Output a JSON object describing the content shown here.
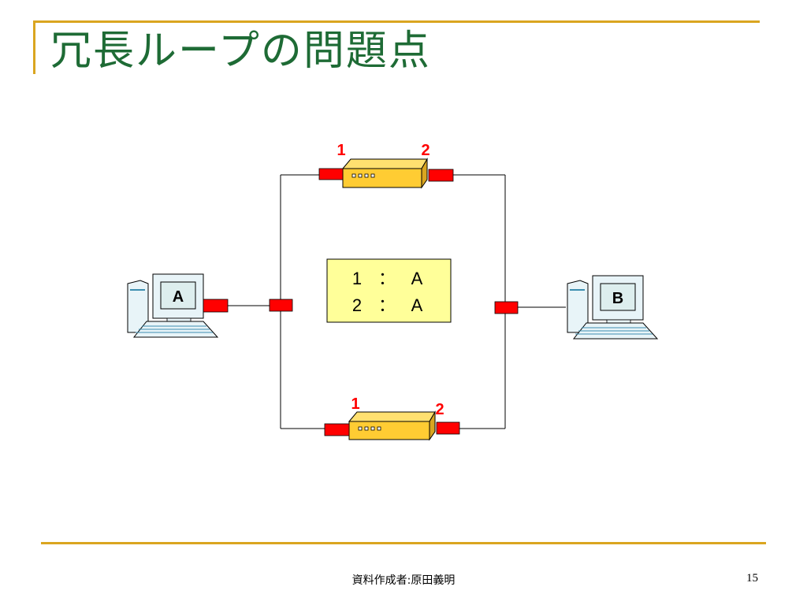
{
  "colors": {
    "accent": "#DAA520",
    "title": "#1E6B35",
    "port": "#FF0000",
    "device": "#FFCC33",
    "table_bg": "#FFFF99",
    "label_red": "#FF0000"
  },
  "slide": {
    "title": "冗長ループの問題点",
    "footer": "資料作成者:原田義明",
    "page_number": "15"
  },
  "diagram": {
    "hosts": [
      {
        "label": "A",
        "icon": "computer-icon"
      },
      {
        "label": "B",
        "icon": "computer-icon"
      }
    ],
    "switches": [
      {
        "icon": "switch-icon",
        "port_labels": [
          "1",
          "2"
        ]
      },
      {
        "icon": "switch-icon",
        "port_labels": [
          "1",
          "2"
        ]
      }
    ],
    "mac_table": [
      {
        "port": "1",
        "sep": "：",
        "address": "A"
      },
      {
        "port": "2",
        "sep": "：",
        "address": "A"
      }
    ]
  }
}
